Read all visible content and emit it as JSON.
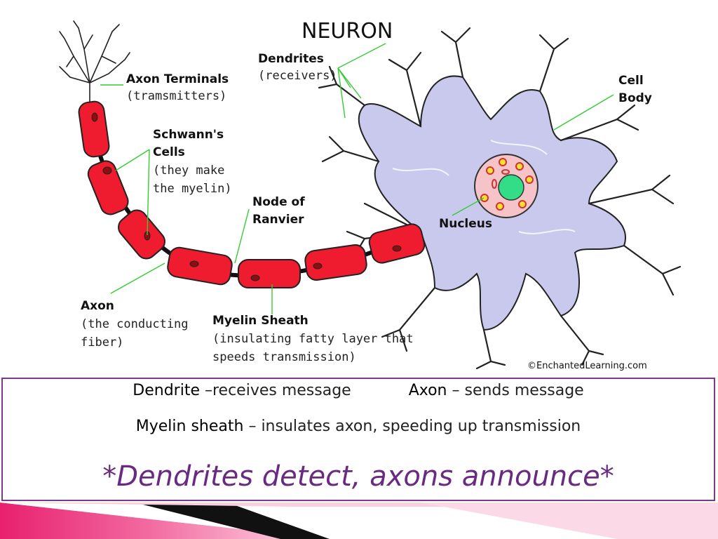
{
  "diagram": {
    "title": "NEURON",
    "labels": {
      "axon_terminals": "Axon Terminals",
      "axon_terminals_sub": "(tramsmitters)",
      "dendrites": "Dendrites",
      "dendrites_sub": "(receivers)",
      "cell_body_1": "Cell",
      "cell_body_2": "Body",
      "schwann_1": "Schwann's",
      "schwann_2": "Cells",
      "schwann_sub_1": "(they make",
      "schwann_sub_2": "the myelin)",
      "node_1": "Node of",
      "node_2": "Ranvier",
      "nucleus": "Nucleus",
      "axon": "Axon",
      "axon_sub_1": "(the conducting",
      "axon_sub_2": "fiber)",
      "myelin": "Myelin Sheath",
      "myelin_sub_1": "(insulating fatty layer that",
      "myelin_sub_2": "speeds transmission)"
    },
    "copyright": "©EnchantedLearning.com",
    "colors": {
      "myelin": "#ee1c2e",
      "cell_body": "#c9c9ee",
      "nucleus": "#f5c3c8",
      "nucleolus": "#33dd88",
      "leader": "#33cc33"
    }
  },
  "caption": {
    "row1": {
      "term1": "Dendrite",
      "desc1": " –receives message",
      "term2": "Axon",
      "desc2": " – sends message"
    },
    "row2": {
      "term": "Myelin sheath",
      "desc": " – insulates axon, speeding up transmission"
    },
    "tagline": "*Dendrites detect, axons announce*"
  },
  "theme": {
    "border": "#7a3a86",
    "tagline": "#6a2a82",
    "footer_pink": "#e8206e",
    "footer_black": "#111111"
  }
}
